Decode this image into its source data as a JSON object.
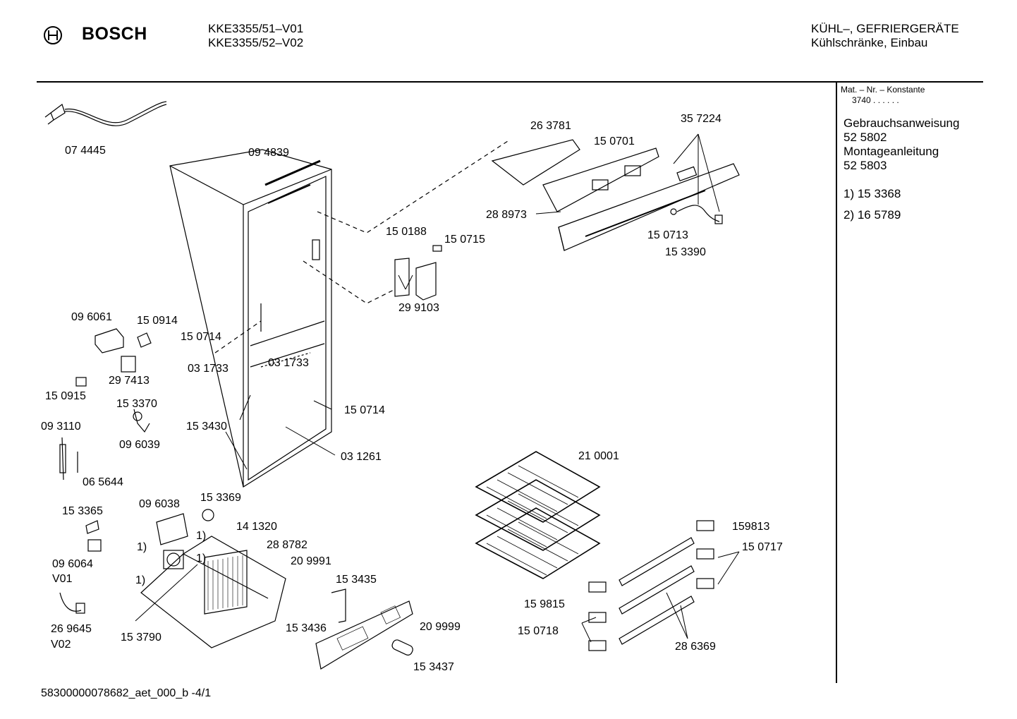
{
  "header": {
    "brand": "BOSCH",
    "models": [
      "KKE3355/51–V01",
      "KKE3355/52–V02"
    ],
    "category": [
      "KÜHL–, GEFRIERGERÄTE",
      "Kühlschränke, Einbau"
    ]
  },
  "sidebar": {
    "mat_label": "Mat. – Nr. – Konstante",
    "mat_value": "3740  .  .   .  .  .  .",
    "docs": [
      "Gebrauchsanweisung",
      "52 5802",
      "Montageanleitung",
      "52 5803"
    ],
    "notes": [
      "1) 15 3368",
      "2) 16 5789"
    ]
  },
  "footer": {
    "doc_id": "58300000078682_aet_000_b  -4/1"
  },
  "parts": [
    {
      "id": "p01",
      "text": "07 4445"
    },
    {
      "id": "p02",
      "text": "09 4839"
    },
    {
      "id": "p03",
      "text": "26 3781"
    },
    {
      "id": "p04",
      "text": "15 0701"
    },
    {
      "id": "p05",
      "text": "35 7224"
    },
    {
      "id": "p06",
      "text": "28 8973"
    },
    {
      "id": "p07",
      "text": "15 0713"
    },
    {
      "id": "p08",
      "text": "15 3390"
    },
    {
      "id": "p09",
      "text": "15 0188"
    },
    {
      "id": "p10",
      "text": "15 0715"
    },
    {
      "id": "p11",
      "text": "29 9103"
    },
    {
      "id": "p12",
      "text": "09 6061"
    },
    {
      "id": "p13",
      "text": "15 0914"
    },
    {
      "id": "p14",
      "text": "15 0714"
    },
    {
      "id": "p15",
      "text": "03 1733"
    },
    {
      "id": "p16",
      "text": "29 7413"
    },
    {
      "id": "p17",
      "text": "03 1733"
    },
    {
      "id": "p18",
      "text": "15 0915"
    },
    {
      "id": "p19",
      "text": "15 3370"
    },
    {
      "id": "p20",
      "text": "15 0714"
    },
    {
      "id": "p21",
      "text": "09 3110"
    },
    {
      "id": "p22",
      "text": "15 3430"
    },
    {
      "id": "p23",
      "text": "09 6039"
    },
    {
      "id": "p24",
      "text": "03 1261"
    },
    {
      "id": "p25",
      "text": "21 0001"
    },
    {
      "id": "p26",
      "text": "06 5644"
    },
    {
      "id": "p27",
      "text": "09 6038"
    },
    {
      "id": "p28",
      "text": "15 3369"
    },
    {
      "id": "p29",
      "text": "15 3365"
    },
    {
      "id": "p30",
      "text": "14 1320"
    },
    {
      "id": "p31",
      "text": "1)"
    },
    {
      "id": "p32",
      "text": "1)"
    },
    {
      "id": "p33",
      "text": "28 8782"
    },
    {
      "id": "p34",
      "text": "1)"
    },
    {
      "id": "p35",
      "text": "09 6064"
    },
    {
      "id": "p36",
      "text": "V01"
    },
    {
      "id": "p37",
      "text": "20 9991"
    },
    {
      "id": "p38",
      "text": "1)"
    },
    {
      "id": "p39",
      "text": "159813"
    },
    {
      "id": "p40",
      "text": "15 0717"
    },
    {
      "id": "p41",
      "text": "15 3435"
    },
    {
      "id": "p42",
      "text": "26 9645"
    },
    {
      "id": "p43",
      "text": "V02"
    },
    {
      "id": "p44",
      "text": "15 3436"
    },
    {
      "id": "p45",
      "text": "20 9999"
    },
    {
      "id": "p46",
      "text": "15 3790"
    },
    {
      "id": "p47",
      "text": "15 9815"
    },
    {
      "id": "p48",
      "text": "15 0718"
    },
    {
      "id": "p49",
      "text": "28 6369"
    },
    {
      "id": "p50",
      "text": "15 3437"
    }
  ]
}
